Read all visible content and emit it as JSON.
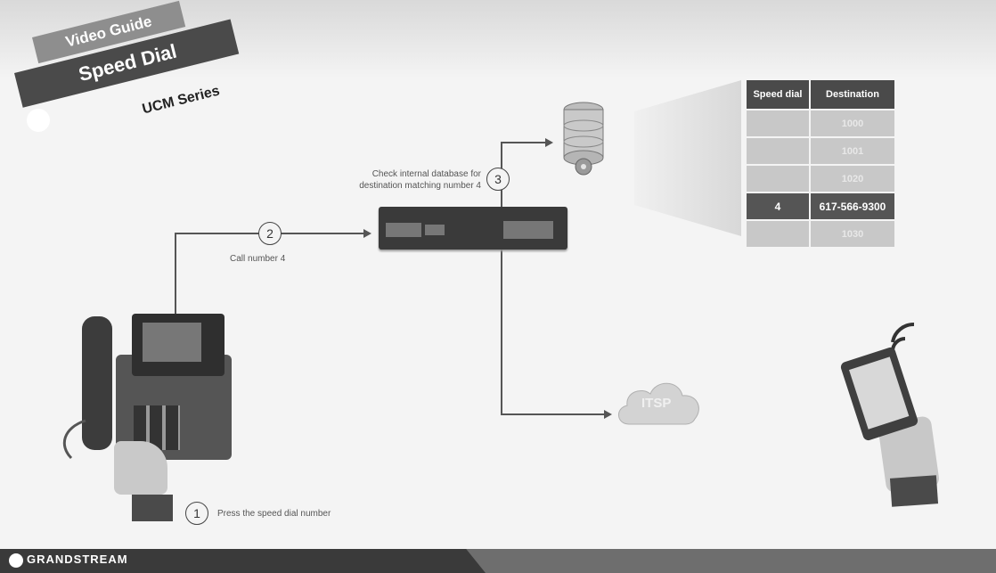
{
  "title": {
    "guide_label": "Video Guide",
    "main_title": "Speed Dial",
    "series": "UCM Series"
  },
  "steps": [
    {
      "number": "1",
      "label": "Press the speed dial number"
    },
    {
      "number": "2",
      "label": "Call number 4"
    },
    {
      "number": "3",
      "label": "Check internal database for destination matching number 4"
    }
  ],
  "speed_dial_table": {
    "headers": [
      "Speed dial",
      "Destination"
    ],
    "rows": [
      {
        "speed": "",
        "destination": "1000"
      },
      {
        "speed": "",
        "destination": "1001"
      },
      {
        "speed": "",
        "destination": "1020"
      },
      {
        "speed": "4",
        "destination": "617-566-9300",
        "highlight": true
      },
      {
        "speed": "",
        "destination": "1030"
      }
    ]
  },
  "cloud": {
    "label": "ITSP"
  },
  "footer": {
    "brand": "GRANDSTREAM"
  }
}
